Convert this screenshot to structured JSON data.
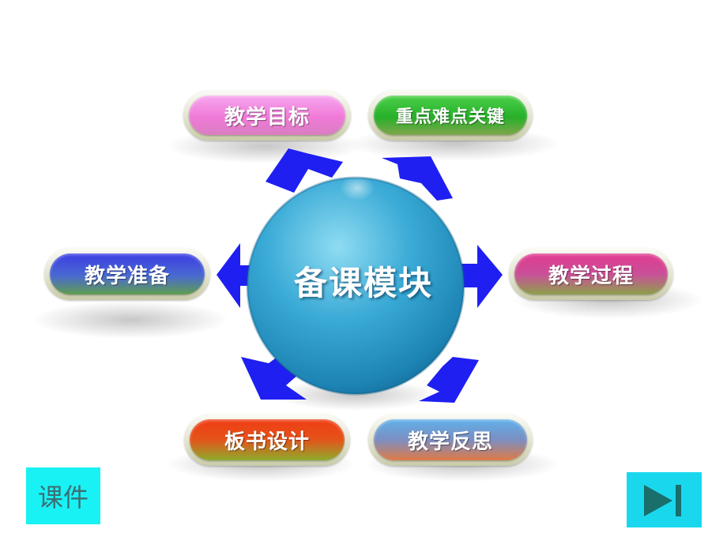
{
  "center": {
    "label": "备课模块"
  },
  "modules": [
    {
      "id": "goals",
      "label": "教学目标"
    },
    {
      "id": "key-points",
      "label": "重点难点关键"
    },
    {
      "id": "preparation",
      "label": "教学准备"
    },
    {
      "id": "process",
      "label": "教学过程"
    },
    {
      "id": "board-design",
      "label": "板书设计"
    },
    {
      "id": "reflection",
      "label": "教学反思"
    }
  ],
  "footer": {
    "courseware_label": "课件",
    "next_icon": "play-skip-icon"
  },
  "colors": {
    "arrow": "#1f1ff2",
    "sphere": "#2a9ec9",
    "pill_rim": "#e2e4cf"
  }
}
